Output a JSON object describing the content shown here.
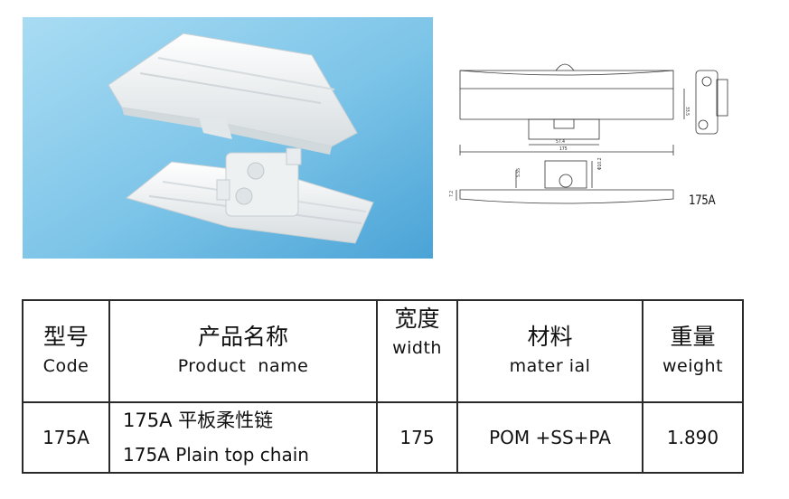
{
  "drawing": {
    "dims": {
      "pitch": "57.4",
      "width": "175",
      "height": "33.5",
      "plate": "7.2",
      "d1": "5.55",
      "d2": "Φ10.2"
    },
    "model_label": "175A"
  },
  "table": {
    "headers": [
      {
        "cn": "型号",
        "en": "Code"
      },
      {
        "cn": "产品名称",
        "en": "Product  name"
      },
      {
        "cn": "宽度",
        "en": "width"
      },
      {
        "cn": "材料",
        "en": "mater ial"
      },
      {
        "cn": "重量",
        "en": "weight"
      }
    ],
    "row": {
      "code": "175A",
      "name_cn": "175A 平板柔性链",
      "name_en": "175A Plain top chain",
      "width": "175",
      "material": "POM +SS+PA",
      "weight": "1.890"
    }
  },
  "colors": {
    "photo_background": "#7cc4e8",
    "part_color": "#f4f6f4",
    "table_border": "#2a2a2a"
  }
}
